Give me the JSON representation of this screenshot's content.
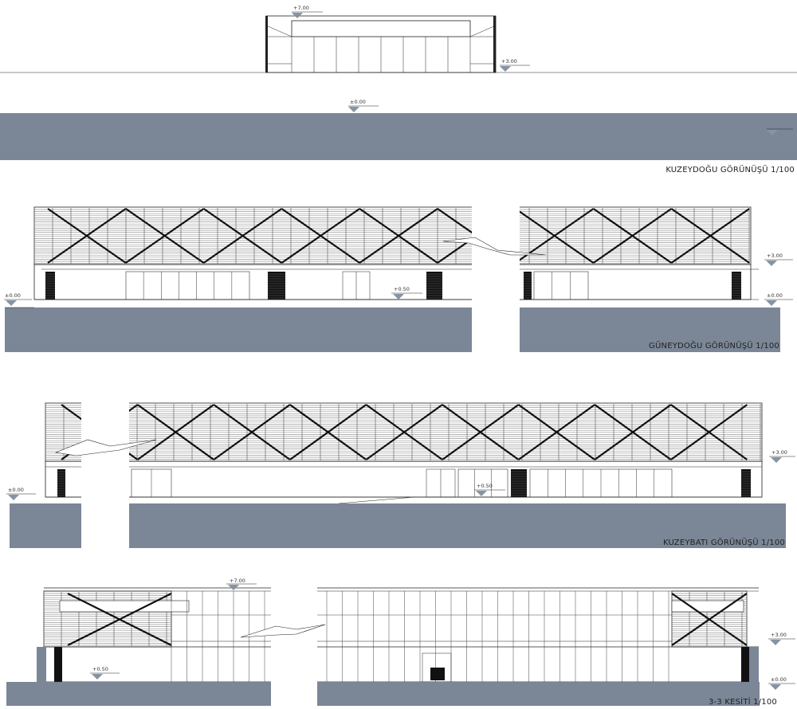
{
  "sheet": {
    "drawings": [
      {
        "id": "kuzeydogu",
        "title": "KUZEYDOĞU GÖRÜNÜŞÜ 1/100",
        "levels": [
          "+7.00",
          "+3.00",
          "±0.00"
        ]
      },
      {
        "id": "guneydogu",
        "title": "GÜNEYDOĞU GÖRÜNÜŞÜ 1/100",
        "levels": [
          "±0.00",
          "+0.50",
          "+3.00",
          "±0.00"
        ]
      },
      {
        "id": "kuzeybati",
        "title": "KUZEYBATI GÖRÜNÜŞÜ 1/100",
        "levels": [
          "±0.00",
          "+0.50",
          "+3.00"
        ]
      },
      {
        "id": "kesit33",
        "title": "3-3 KESİTİ 1/100",
        "levels": [
          "+7.00",
          "+0.50",
          "+3.00",
          "±0.00"
        ]
      }
    ]
  },
  "colors": {
    "ground": "#7b8797",
    "marker": "#8693a4",
    "line": "#222222",
    "cladding": "#8c8c8c"
  }
}
